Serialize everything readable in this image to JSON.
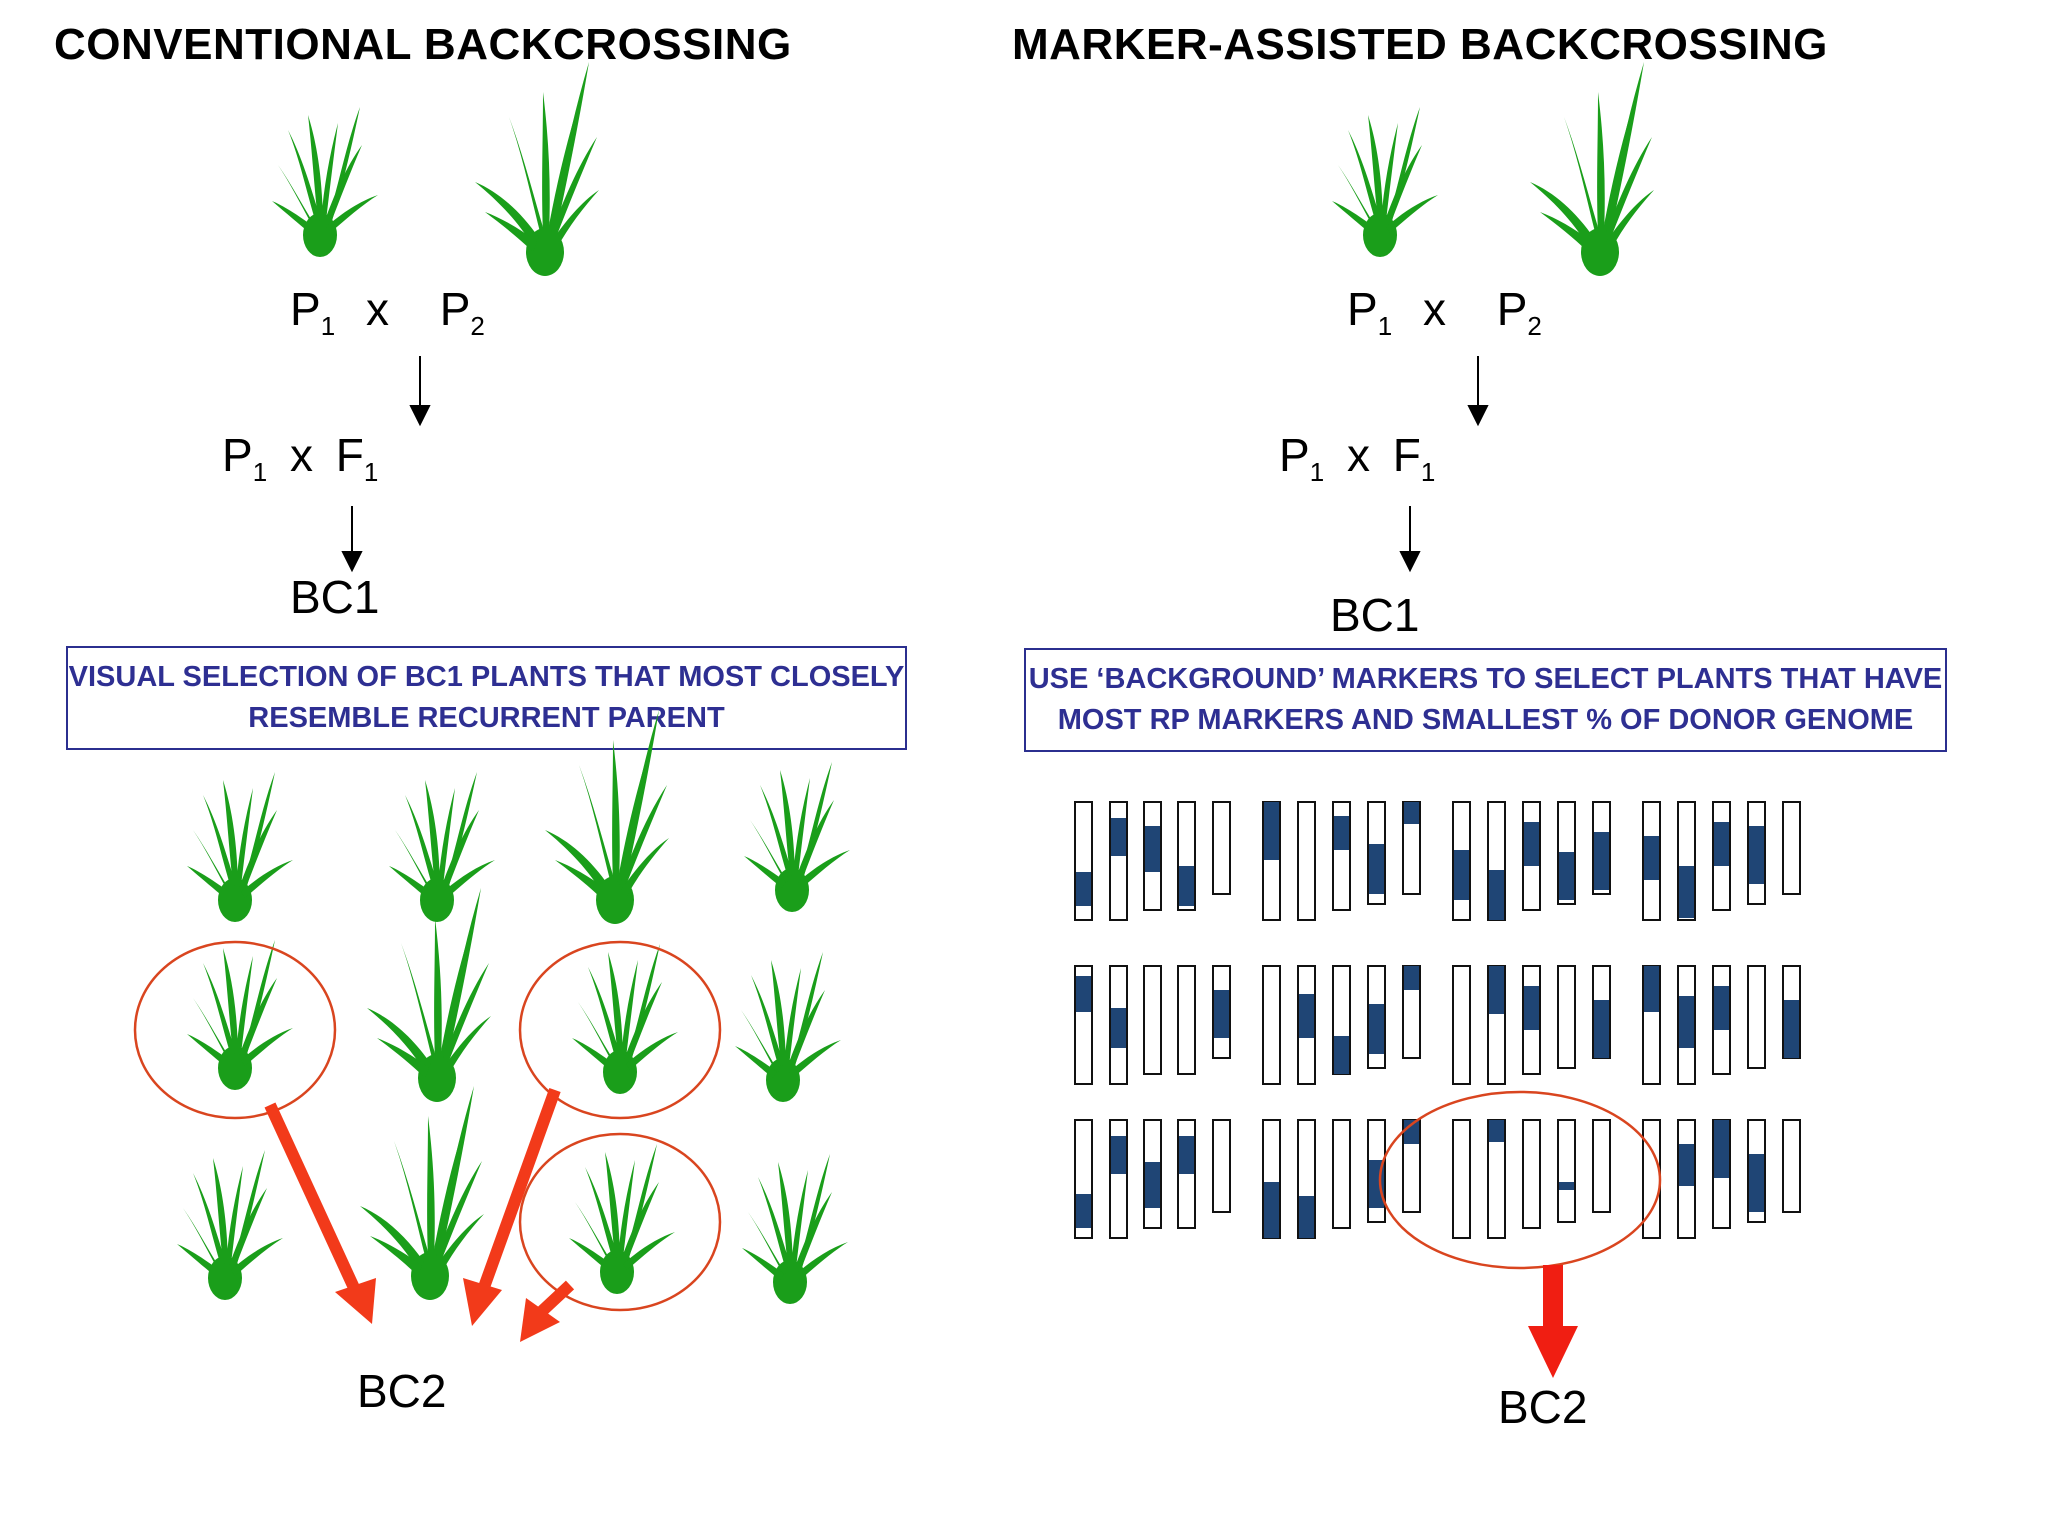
{
  "left": {
    "title": "CONVENTIONAL BACKCROSSING",
    "cross1": {
      "a": "P",
      "a_sub": "1",
      "op": "x",
      "b": "P",
      "b_sub": "2"
    },
    "cross2": {
      "a": "P",
      "a_sub": "1",
      "op": "x",
      "b": "F",
      "b_sub": "1"
    },
    "bc1": "BC1",
    "selection_line1": "VISUAL SELECTION OF BC1 PLANTS THAT MOST CLOSELY",
    "selection_line2": "RESEMBLE RECURRENT PARENT",
    "bc2": "BC2"
  },
  "right": {
    "title": "MARKER-ASSISTED BACKCROSSING",
    "cross1": {
      "a": "P",
      "a_sub": "1",
      "op": "x",
      "b": "P",
      "b_sub": "2"
    },
    "cross2": {
      "a": "P",
      "a_sub": "1",
      "op": "x",
      "b": "F",
      "b_sub": "1"
    },
    "bc1": "BC1",
    "selection_line1": "USE ‘BACKGROUND’ MARKERS TO SELECT PLANTS THAT HAVE",
    "selection_line2": "MOST RP MARKERS AND SMALLEST % OF DONOR GENOME",
    "bc2": "BC2"
  },
  "colors": {
    "plant": "#1a9e1a",
    "donor_segment": "#1f4575",
    "selection_circle": "#d9451f",
    "arrow": "#f23a1a",
    "box_text": "#2e2f92"
  },
  "icons": [
    "plant-icon",
    "chromosome-icon",
    "down-arrow-icon"
  ]
}
